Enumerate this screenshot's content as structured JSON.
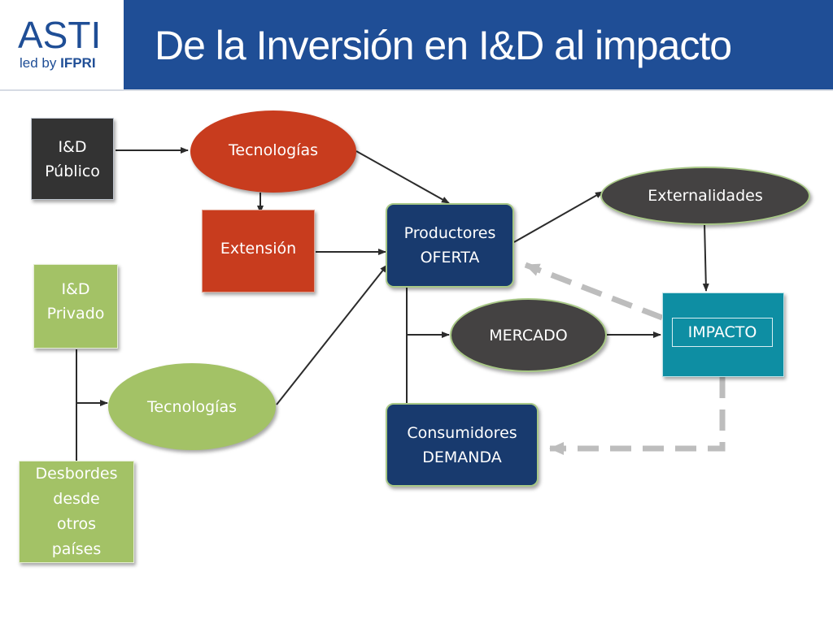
{
  "header": {
    "logo_main": "ASTI",
    "logo_led": "led by ",
    "logo_ifpri": "IFPRI",
    "title": "De la Inversión en I&D al impacto"
  },
  "nodes": {
    "id_publico": {
      "line1": "I&D",
      "line2": "Público"
    },
    "id_privado": {
      "line1": "I&D",
      "line2": "Privado"
    },
    "tecnologias_publico": "Tecnologías",
    "extension": "Extensión",
    "tecnologias_privado": "Tecnologías",
    "desbordes": {
      "line1": "Desbordes",
      "line2": "desde",
      "line3": "otros",
      "line4": "países"
    },
    "productores": {
      "line1": "Productores",
      "line2": "OFERTA"
    },
    "consumidores": {
      "line1": "Consumidores",
      "line2": "DEMANDA"
    },
    "mercado": "MERCADO",
    "externalidades": "Externalidades",
    "impacto": "IMPACTO"
  },
  "colors": {
    "header_blue": "#1f4e96",
    "red": "#c83c1e",
    "green": "#a3c266",
    "navy": "#183a6e",
    "teal": "#0e8ea3",
    "dark": "#333333",
    "dashed_gray": "#bdbdbd"
  }
}
